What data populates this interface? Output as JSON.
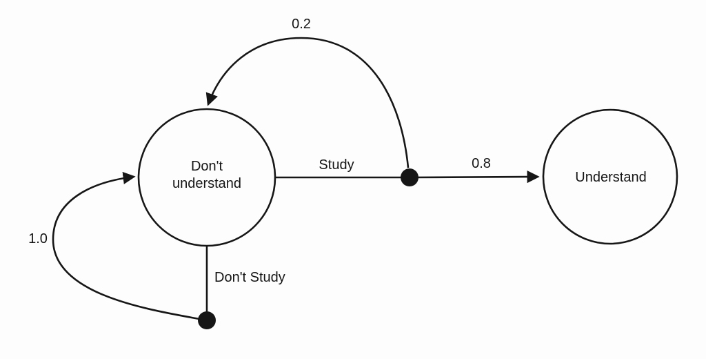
{
  "diagram": {
    "type": "mdp-state-transition-diagram",
    "colors": {
      "line": "#161616",
      "text": "#141414",
      "background": "#fdfdfd",
      "node_fill": "#fdfdfd"
    },
    "states": [
      {
        "id": "dont-understand",
        "label": "Don't understand",
        "line1": "Don't",
        "line2": "understand"
      },
      {
        "id": "understand",
        "label": "Understand"
      }
    ],
    "actions": [
      {
        "id": "study",
        "label": "Study",
        "from": "dont-understand"
      },
      {
        "id": "dont-study",
        "label": "Don't Study",
        "from": "dont-understand"
      }
    ],
    "transitions": [
      {
        "action": "study",
        "to": "understand",
        "probability": "0.8"
      },
      {
        "action": "study",
        "to": "dont-understand",
        "probability": "0.2"
      },
      {
        "action": "dont-study",
        "to": "dont-understand",
        "probability": "1.0"
      }
    ]
  }
}
